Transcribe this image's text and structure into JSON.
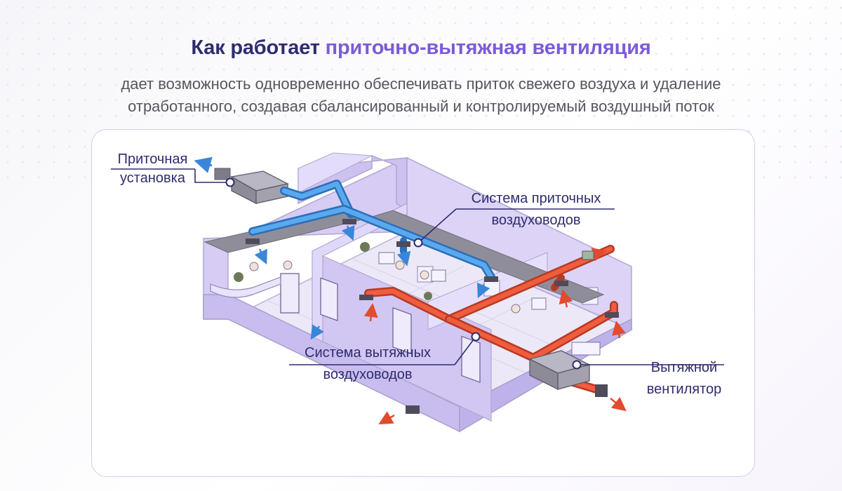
{
  "header": {
    "title_main": "Как работает ",
    "title_accent": "приточно-вытяжная вентиляция",
    "subtitle_line1": "дает возможность одновременно обеспечивать приток свежего воздуха и удаление",
    "subtitle_line2": "отработанного, создавая сбалансированный и контролируемый воздушный поток"
  },
  "labels": {
    "supply_unit": [
      "Приточная",
      "установка"
    ],
    "supply_ducts": [
      "Система приточных",
      "воздуховодов"
    ],
    "exhaust_ducts": [
      "Система вытяжных",
      "воздуховодов"
    ],
    "exhaust_fan": [
      "Вытяжной",
      "вентилятор"
    ]
  },
  "colors": {
    "title": "#2e2c6e",
    "accent": "#7b5bd8",
    "supply_duct": "#3a86d8",
    "exhaust_duct": "#e24b2e",
    "walls": "#d8cdf5"
  }
}
